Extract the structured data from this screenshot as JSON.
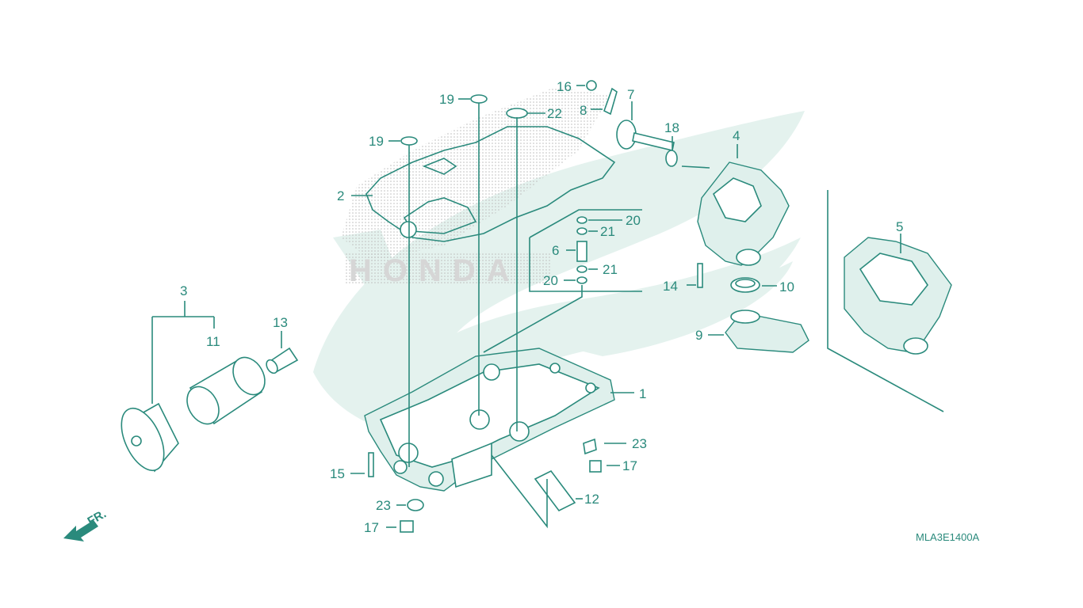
{
  "diagram": {
    "code": "MLA3E1400A",
    "front_label": "FR.",
    "watermark": "HONDA",
    "colors": {
      "line": "#2a8a7c",
      "watermark": "#e4f2ee",
      "dots": "#bdbdbd"
    },
    "callouts": [
      {
        "id": "c1",
        "text": "1"
      },
      {
        "id": "c2",
        "text": "2"
      },
      {
        "id": "c3",
        "text": "3"
      },
      {
        "id": "c4",
        "text": "4"
      },
      {
        "id": "c5",
        "text": "5"
      },
      {
        "id": "c6",
        "text": "6"
      },
      {
        "id": "c7",
        "text": "7"
      },
      {
        "id": "c8",
        "text": "8"
      },
      {
        "id": "c9",
        "text": "9"
      },
      {
        "id": "c10",
        "text": "10"
      },
      {
        "id": "c11",
        "text": "11"
      },
      {
        "id": "c12",
        "text": "12"
      },
      {
        "id": "c13",
        "text": "13"
      },
      {
        "id": "c14",
        "text": "14"
      },
      {
        "id": "c15",
        "text": "15"
      },
      {
        "id": "c16",
        "text": "16"
      },
      {
        "id": "c17a",
        "text": "17"
      },
      {
        "id": "c17b",
        "text": "17"
      },
      {
        "id": "c18",
        "text": "18"
      },
      {
        "id": "c19a",
        "text": "19"
      },
      {
        "id": "c19b",
        "text": "19"
      },
      {
        "id": "c20a",
        "text": "20"
      },
      {
        "id": "c20b",
        "text": "20"
      },
      {
        "id": "c21a",
        "text": "21"
      },
      {
        "id": "c21b",
        "text": "21"
      },
      {
        "id": "c22",
        "text": "22"
      },
      {
        "id": "c23a",
        "text": "23"
      },
      {
        "id": "c23b",
        "text": "23"
      }
    ]
  }
}
